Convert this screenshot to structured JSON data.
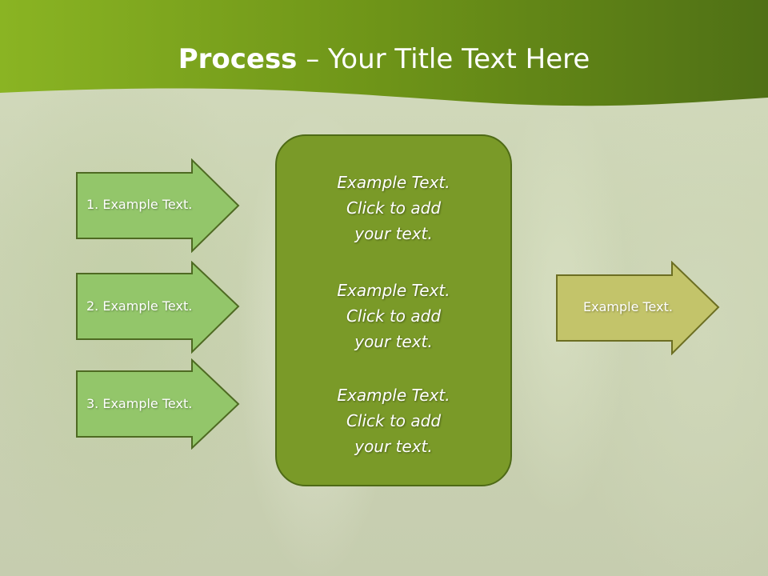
{
  "slide": {
    "title_bold": "Process",
    "title_rest": " – Your Title Text Here"
  },
  "inputs": [
    {
      "label": "1. Example Text."
    },
    {
      "label": "2. Example Text."
    },
    {
      "label": "3. Example Text."
    }
  ],
  "center_items": [
    {
      "text": "Example Text.\nClick  to add\nyour text."
    },
    {
      "text": "Example Text.\nClick  to add\nyour text."
    },
    {
      "text": "Example Text.\nClick  to add\nyour text."
    }
  ],
  "output": {
    "label": "Example Text."
  },
  "colors": {
    "header_green": "#7aa21e",
    "input_arrow_fill": "#93c66a",
    "input_arrow_border": "#4e6a22",
    "center_box_fill": "#7a9a28",
    "output_arrow_fill": "#c3c46a",
    "output_arrow_border": "#6c6e22"
  }
}
